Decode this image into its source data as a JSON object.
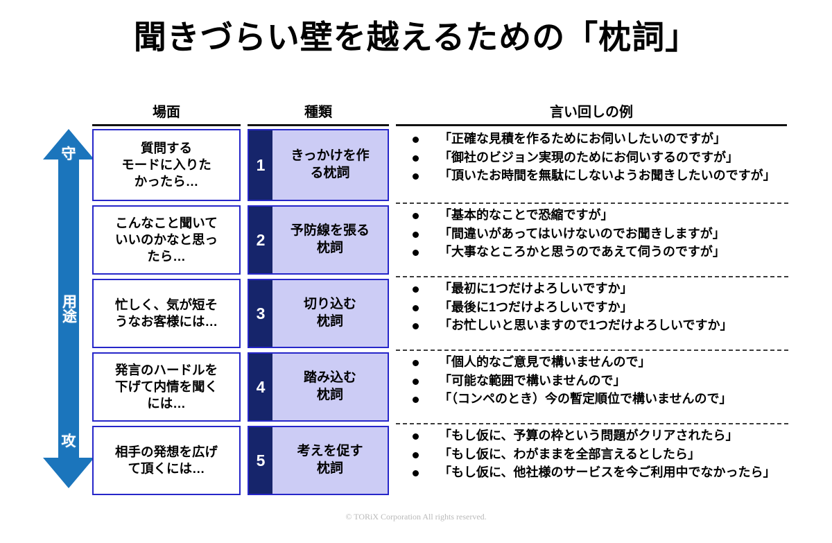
{
  "slide": {
    "title": "聞きづらい壁を越えるための「枕詞」",
    "footer": "© TORiX Corporation All rights reserved."
  },
  "colors": {
    "arrow_blue": "#1b75bc",
    "box_border_blue": "#2626c9",
    "type_fill_lavender": "#ccccf5",
    "type_number_navy": "#16256b",
    "text_black": "#000000",
    "footer_gray": "#b9b9b9"
  },
  "headers": {
    "scene": "場面",
    "type": "種類",
    "example": "言い回しの例"
  },
  "axis": {
    "top_label": "守",
    "middle_label": "用途",
    "bottom_label": "攻"
  },
  "rows": [
    {
      "number": "1",
      "scene": "質問する\nモードに入りた\nかったら…",
      "type": "きっかけを作\nる枕詞",
      "examples": [
        "「正確な見積を作るためにお伺いしたいのですが」",
        "「御社のビジョン実現のためにお伺いするのですが」",
        "「頂いたお時間を無駄にしないようお聞きしたいのですが」"
      ]
    },
    {
      "number": "2",
      "scene": "こんなこと聞いて\nいいのかなと思っ\nたら…",
      "type": "予防線を張る\n枕詞",
      "examples": [
        "「基本的なことで恐縮ですが」",
        "「間違いがあってはいけないのでお聞きしますが」",
        "「大事なところかと思うのであえて伺うのですが」"
      ]
    },
    {
      "number": "3",
      "scene": "忙しく、気が短そ\nうなお客様には…",
      "type": "切り込む\n枕詞",
      "examples": [
        "「最初に1つだけよろしいですか」",
        "「最後に1つだけよろしいですか」",
        "「お忙しいと思いますので1つだけよろしいですか」"
      ]
    },
    {
      "number": "4",
      "scene": "発言のハードルを\n下げて内情を聞く\nには…",
      "type": "踏み込む\n枕詞",
      "examples": [
        "「個人的なご意見で構いませんので」",
        "「可能な範囲で構いませんので」",
        "「（コンペのとき）今の暫定順位で構いませんので」"
      ]
    },
    {
      "number": "5",
      "scene": "相手の発想を広げ\nて頂くには…",
      "type": "考えを促す\n枕詞",
      "examples": [
        "「もし仮に、予算の枠という問題がクリアされたら」",
        "「もし仮に、わがままを全部言えるとしたら」",
        "「もし仮に、他社様のサービスを今ご利用中でなかったら」"
      ]
    }
  ]
}
